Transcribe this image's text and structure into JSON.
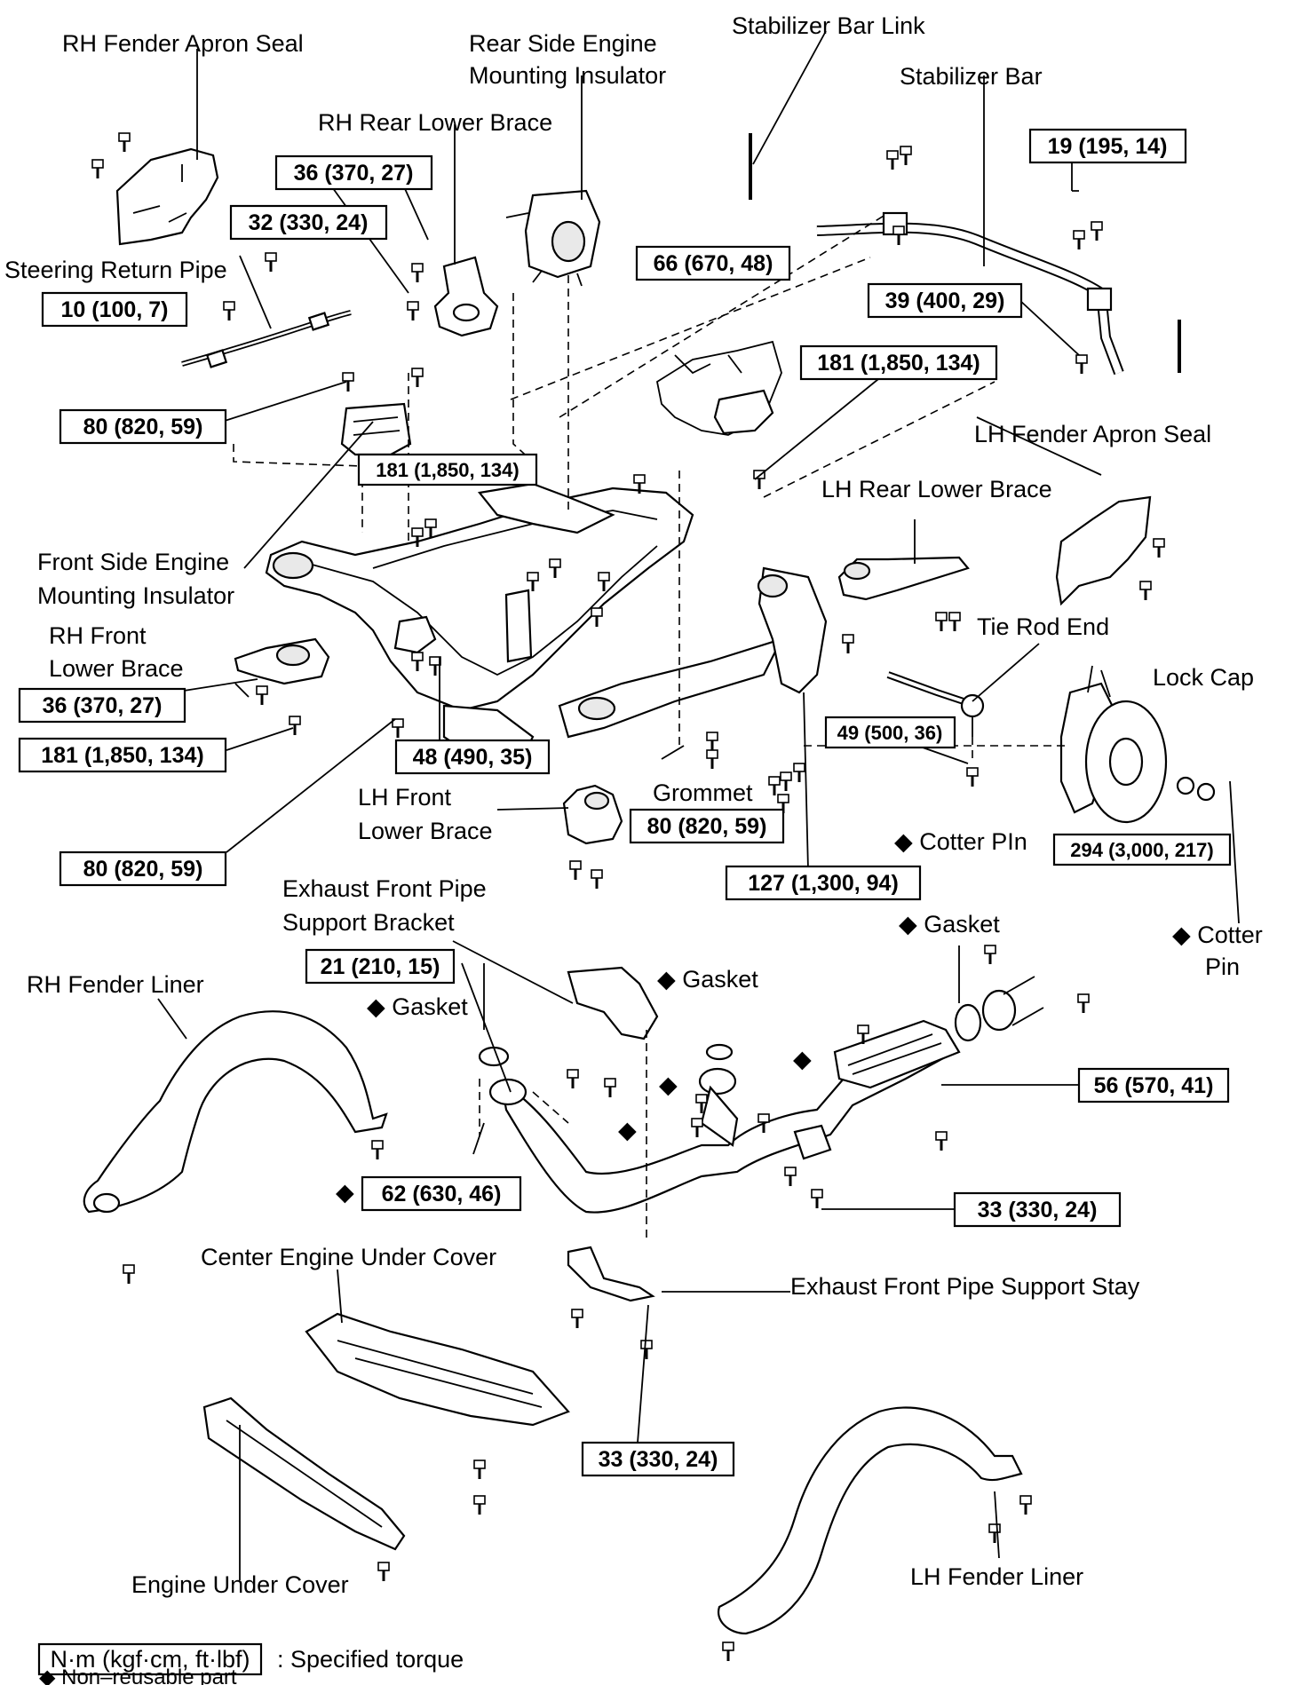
{
  "labels": {
    "rh_fender_apron_seal": "RH Fender Apron Seal",
    "rear_side_engine_1": "Rear Side Engine",
    "rear_side_engine_2": "Mounting Insulator",
    "stabilizer_bar_link": "Stabilizer Bar Link",
    "stabilizer_bar": "Stabilizer Bar",
    "rh_rear_lower_brace": "RH Rear Lower Brace",
    "steering_return_pipe": "Steering Return Pipe",
    "lh_fender_apron_seal": "LH Fender Apron Seal",
    "lh_rear_lower_brace": "LH Rear Lower Brace",
    "front_side_engine_1": "Front Side Engine",
    "front_side_engine_2": "Mounting Insulator",
    "rh_front_1": "RH Front",
    "rh_front_2": "Lower Brace",
    "tie_rod_end": "Tie Rod End",
    "lock_cap": "Lock Cap",
    "lh_front_1": "LH Front",
    "lh_front_2": "Lower Brace",
    "grommet": "Grommet",
    "cotter_pin_1": "◆ Cotter PIn",
    "exhaust_bracket_1": "Exhaust Front Pipe",
    "exhaust_bracket_2": "Support Bracket",
    "gasket_right": "◆ Gasket",
    "cotter_pin_2a": "◆ Cotter",
    "cotter_pin_2b": "Pin",
    "rh_fender_liner": "RH Fender Liner",
    "gasket_mid": "◆ Gasket",
    "gasket_left": "◆ Gasket",
    "center_engine_under_cover": "Center Engine Under Cover",
    "exhaust_front_pipe_support_stay": "Exhaust Front Pipe Support Stay",
    "engine_under_cover": "Engine Under Cover",
    "lh_fender_liner": "LH Fender Liner",
    "diamond": "◆"
  },
  "torques": {
    "t_36_a": "36 (370, 27)",
    "t_32": "32 (330, 24)",
    "t_10": "10 (100, 7)",
    "t_66": "66 (670, 48)",
    "t_19": "19 (195, 14)",
    "t_39": "39 (400, 29)",
    "t_181_a": "181 (1,850, 134)",
    "t_80_a": "80 (820, 59)",
    "t_181_b": "181 (1,850, 134)",
    "t_36_b": "36 (370, 27)",
    "t_181_c": "181 (1,850, 134)",
    "t_48": "48 (490, 35)",
    "t_49": "49 (500, 36)",
    "t_80_b": "80 (820, 59)",
    "t_80_c": "80 (820, 59)",
    "t_294": "294 (3,000, 217)",
    "t_127": "127 (1,300, 94)",
    "t_21": "21 (210, 15)",
    "t_56": "56 (570, 41)",
    "t_62": "62 (630, 46)",
    "t_33_a": "33 (330, 24)",
    "t_33_b": "33 (330, 24)"
  },
  "legend": {
    "unit_box": "N·m (kgf·cm, ft·lbf)",
    "unit_desc": ": Specified torque",
    "nonreusable": "◆ Non–reusable part"
  }
}
